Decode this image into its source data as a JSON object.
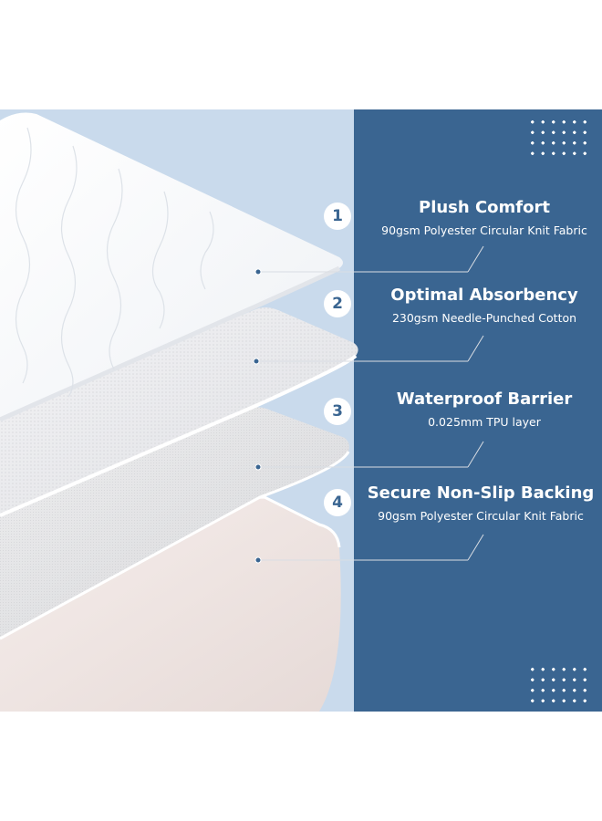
{
  "colors": {
    "panel_blue": "#3a6591",
    "light_blue_bg": "#c9daec",
    "text_white": "#ffffff"
  },
  "features": [
    {
      "number": "1",
      "title": "Plush Comfort",
      "subtitle": "90gsm Polyester Circular Knit Fabric"
    },
    {
      "number": "2",
      "title": "Optimal Absorbency",
      "subtitle": "230gsm Needle-Punched Cotton"
    },
    {
      "number": "3",
      "title": "Waterproof Barrier",
      "subtitle": "0.025mm TPU layer"
    },
    {
      "number": "4",
      "title": "Secure Non-Slip Backing",
      "subtitle": "90gsm Polyester Circular Knit Fabric"
    }
  ]
}
